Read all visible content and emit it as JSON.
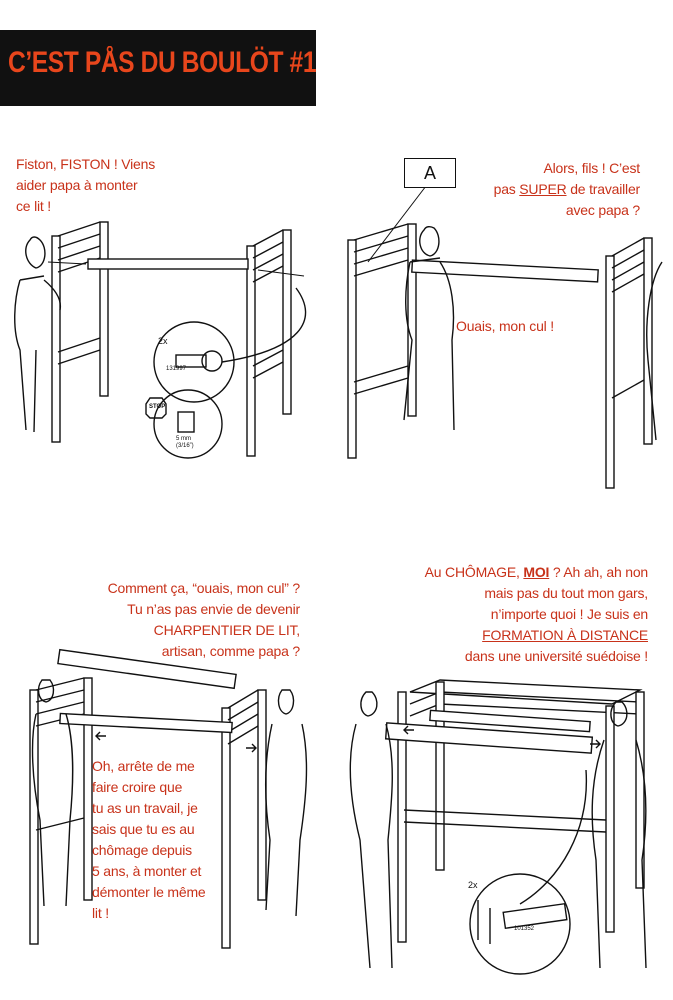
{
  "title": "C’EST PÅS DU BOULÖT #1",
  "colors": {
    "accent": "#e8461c",
    "speech": "#c8321a",
    "ink": "#111111",
    "title_bg": "#111111"
  },
  "panel1": {
    "speech": [
      "Fiston, FISTON ! Viens",
      "aider papa à monter",
      "ce lit !"
    ],
    "qty": "2x",
    "part_no": "131997",
    "stop_label": "STOP",
    "size_label": [
      "5 mm",
      "(3/16”)"
    ]
  },
  "panel2": {
    "callout": "A",
    "speech_line1": "Alors, fils ! C’est",
    "speech_line2_pre": "pas ",
    "speech_line2_em": "SUPER",
    "speech_line2_post": " de travailler",
    "speech_line3": "avec papa ?",
    "reply": "Ouais, mon cul !"
  },
  "panel3": {
    "speech": [
      "Comment ça, “ouais, mon cul” ?",
      "Tu n’as pas envie de devenir",
      "CHARPENTIER DE LIT,",
      "artisan, comme papa ?"
    ],
    "reply": [
      "Oh, arrête de me",
      "faire croire que",
      "tu as un travail, je",
      "sais que tu es au",
      "chômage depuis",
      "5 ans, à monter et",
      "démonter le même",
      "lit !"
    ]
  },
  "panel4": {
    "line1_pre": "Au CHÔMAGE, ",
    "line1_em": "MOI",
    "line1_post": " ? Ah ah, ah non",
    "line2": "mais pas du tout mon gars,",
    "line3": "n’importe quoi ! Je suis en",
    "line4": "FORMATION À DISTANCE",
    "line5": "dans une université suédoise !",
    "qty": "2x",
    "part_no": "101352"
  }
}
